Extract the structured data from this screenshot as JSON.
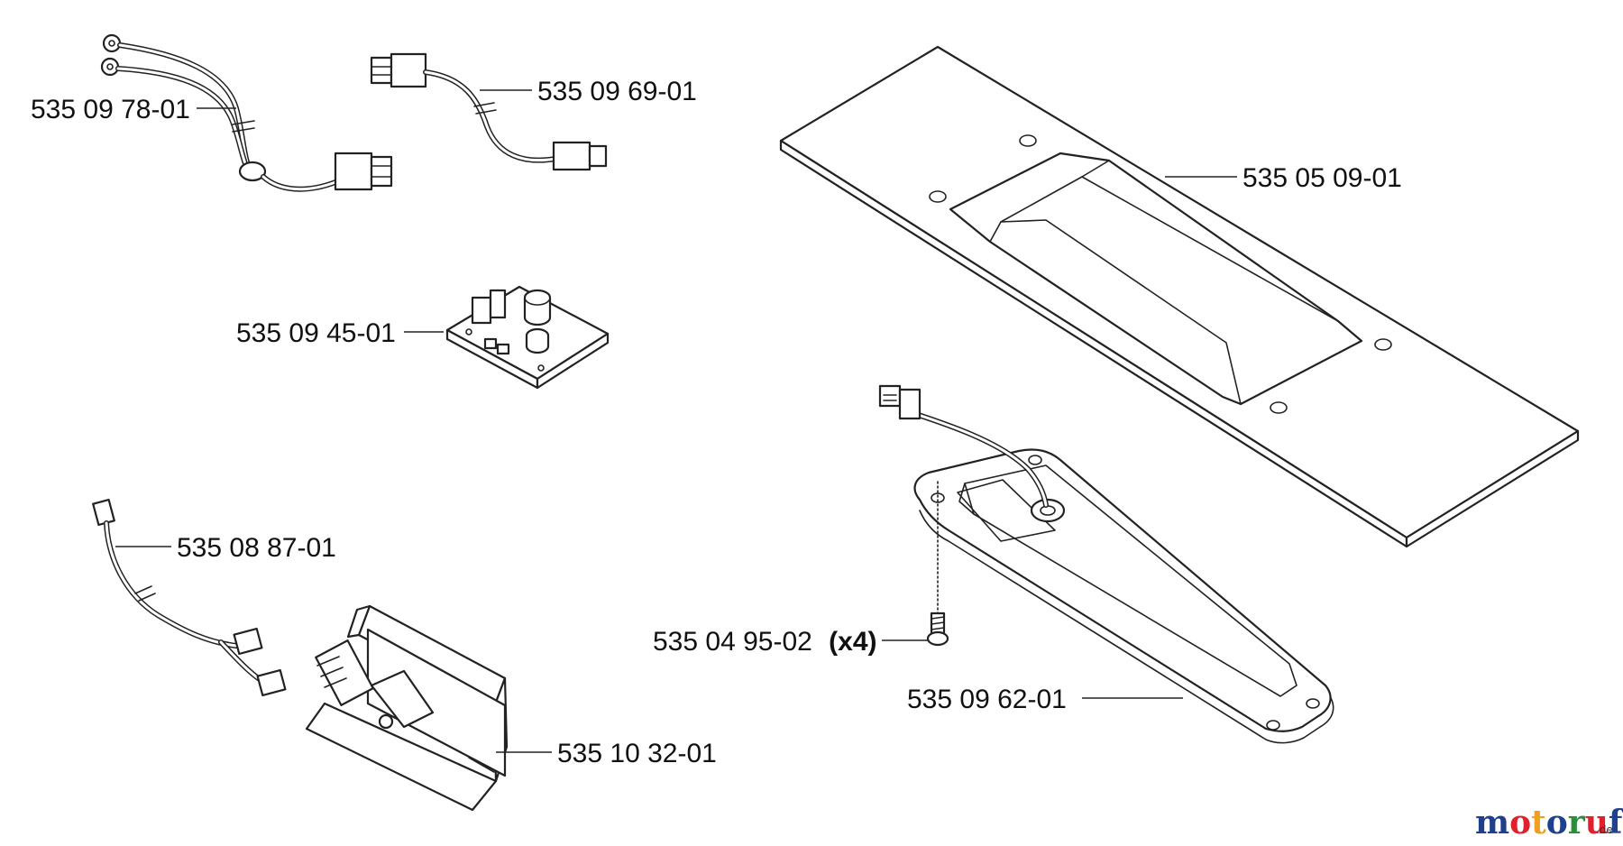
{
  "parts": {
    "harness_ring_terminals": "535 09 78-01",
    "harness_short": "535 09 69-01",
    "circuit_board": "535 09 45-01",
    "cable_spade": "535 08 87-01",
    "switch_bracket": "535 10 32-01",
    "cover_plate": "535 05 09-01",
    "screw": "535 04 95-02",
    "screw_qty": "(x4)",
    "housing_base": "535 09 62-01"
  },
  "watermark": {
    "brand": "motoruf",
    "tld": ".de",
    "colors": {
      "m": "#1f3f8f",
      "o1": "#e0202a",
      "t": "#f0a020",
      "o2": "#1f3f8f",
      "r": "#2a8f3a",
      "u": "#e0202a",
      "f": "#1f3f8f"
    }
  }
}
